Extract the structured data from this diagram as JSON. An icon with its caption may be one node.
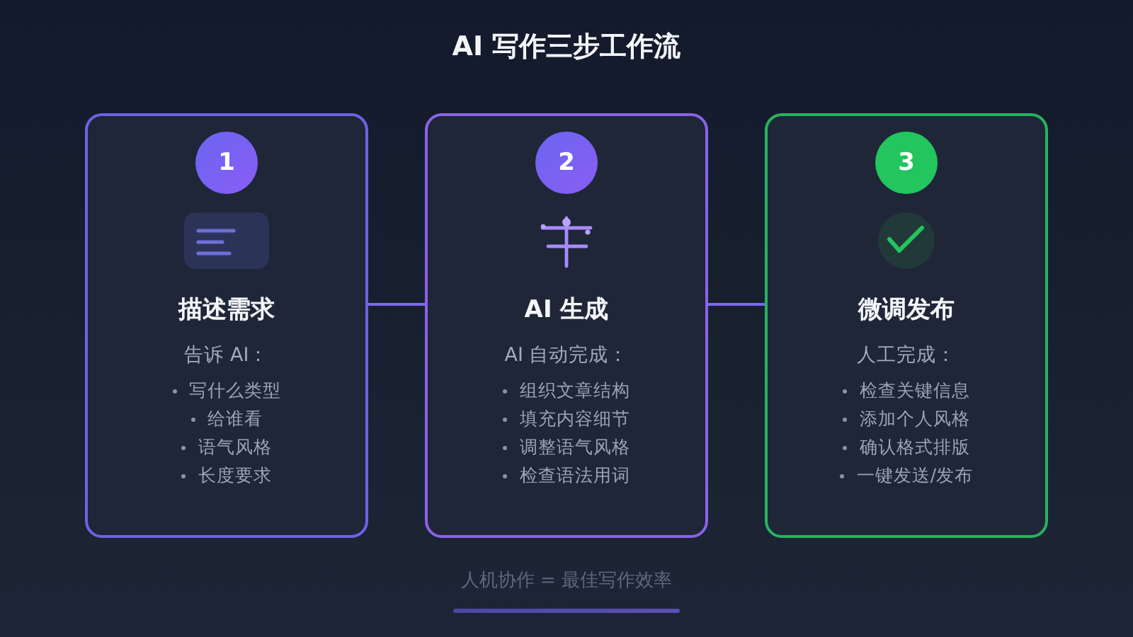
{
  "diagram": {
    "title": "AI 写作三步工作流",
    "caption": "人机协作 = 最佳写作效率",
    "nodes": [
      {
        "text": [
          "描述需求",
          "告诉 AI：",
          "写什么类型",
          "给谁看",
          "语气风格",
          "长度要求"
        ]
      },
      {
        "text": [
          "1"
        ],
        "in": 0
      },
      {
        "text": [
          "AI 生成",
          "AI 自动完成：",
          "组织文章结构",
          "填充内容细节",
          "调整语气风格",
          "检查语法用词"
        ]
      },
      {
        "text": [
          "2"
        ],
        "in": 2
      },
      {
        "text": [
          "微调发布",
          "人工完成：",
          "检查关键信息",
          "添加个人风格",
          "确认格式排版",
          "一键发送/发布"
        ]
      },
      {
        "text": [
          "3"
        ],
        "in": 4
      }
    ],
    "edges": [
      {
        "from": 0,
        "to": 2,
        "arrow": "none"
      },
      {
        "from": 2,
        "to": 4,
        "arrow": "none"
      }
    ]
  }
}
